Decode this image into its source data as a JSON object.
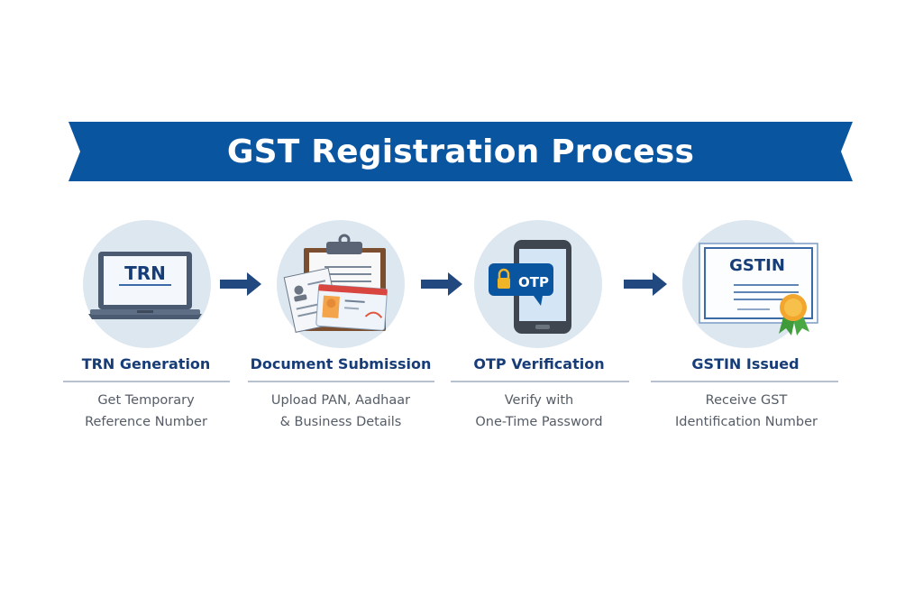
{
  "title": "GST Registration Process",
  "colors": {
    "banner": "#0a55a0",
    "title_text": "#173d78",
    "arrow": "#21487f",
    "circle": "#dde7f0"
  },
  "steps": [
    {
      "icon": "laptop-icon",
      "icon_text": "TRN",
      "title": "TRN Generation",
      "desc_line1": "Get Temporary",
      "desc_line2": "Reference Number"
    },
    {
      "icon": "clipboard-documents-icon",
      "icon_text": "",
      "title": "Document Submission",
      "desc_line1": "Upload PAN, Aadhaar",
      "desc_line2": "& Business Details"
    },
    {
      "icon": "phone-otp-icon",
      "icon_text": "OTP",
      "title": "OTP Verification",
      "desc_line1": "Verify with",
      "desc_line2": "One-Time Password"
    },
    {
      "icon": "certificate-icon",
      "icon_text": "GSTIN",
      "title": "GSTIN Issued",
      "desc_line1": "Receive GST",
      "desc_line2": "Identification Number"
    }
  ]
}
